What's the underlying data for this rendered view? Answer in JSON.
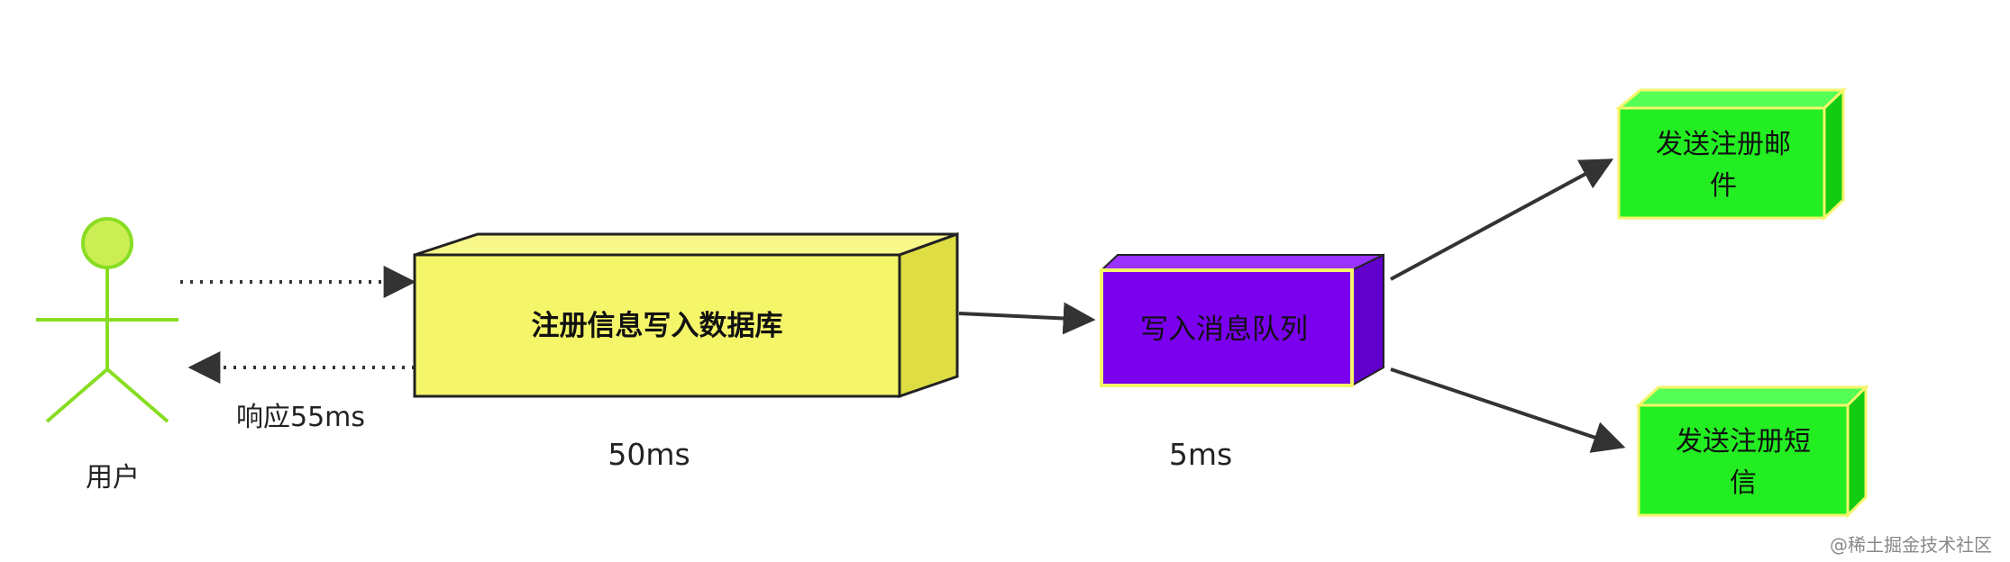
{
  "actor": {
    "label": "用户",
    "color": "#88dd22"
  },
  "db_box": {
    "label": "注册信息写入数据库",
    "color": "#f5f56a",
    "time": "50ms"
  },
  "mq_box": {
    "label": "写入消息队列",
    "color": "#7a00ee",
    "time": "5ms"
  },
  "email_box": {
    "line1": "发送注册邮",
    "line2": "件",
    "color": "#22ee22"
  },
  "sms_box": {
    "line1": "发送注册短",
    "line2": "信",
    "color": "#22ee22"
  },
  "response_label": "响应55ms",
  "watermark": "@稀土掘金技术社区"
}
